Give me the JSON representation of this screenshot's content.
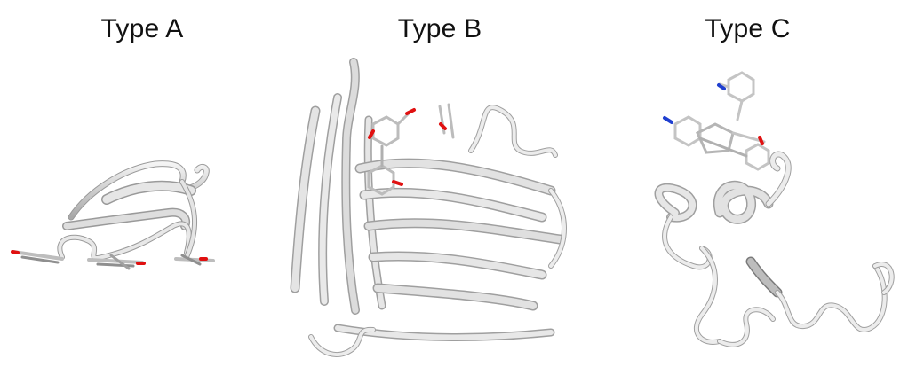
{
  "figure": {
    "panels": [
      {
        "title": "Type A"
      },
      {
        "title": "Type B"
      },
      {
        "title": "Type C"
      }
    ],
    "colors": {
      "ribbon": "#d9d9d9",
      "ribbon_shadow": "#a9a9a9",
      "carbon": "#c8c8c8",
      "oxygen": "#e01010",
      "nitrogen": "#1f3fd0"
    }
  }
}
